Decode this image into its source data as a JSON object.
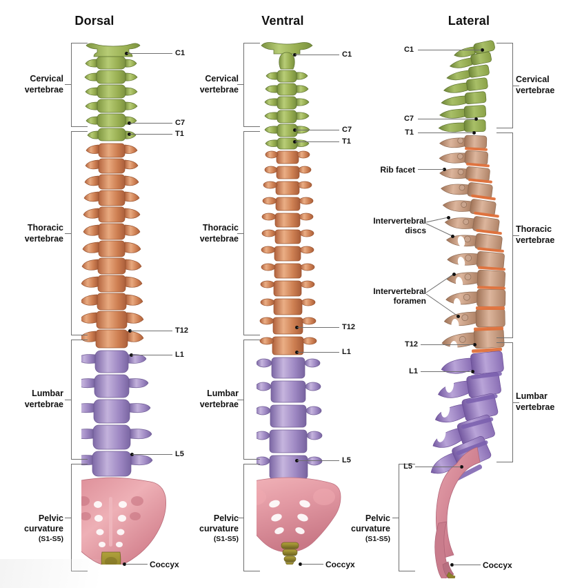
{
  "figure": {
    "title_dorsal": "Dorsal",
    "title_ventral": "Ventral",
    "title_lateral": "Lateral"
  },
  "regions": {
    "cervical": "Cervical\nvertebrae",
    "thoracic": "Thoracic\nvertebrae",
    "lumbar": "Lumbar\nvertebrae",
    "pelvic": "Pelvic\ncurvature",
    "pelvic_sub": "(S1-S5)"
  },
  "vertebra_labels": {
    "c1": "C1",
    "c7": "C7",
    "t1": "T1",
    "t12": "T12",
    "l1": "L1",
    "l5": "L5",
    "coccyx": "Coccyx"
  },
  "lateral_callouts": {
    "rib_facet": "Rib facet",
    "intervertebral_discs": "Intervertebral\ndiscs",
    "intervertebral_foramen": "Intervertebral\nforamen"
  },
  "colors": {
    "cervical": "#93ab4e",
    "cervical_light": "#b3c86f",
    "thoracic": "#c9794f",
    "thoracic_light": "#e0a583",
    "thoracic_lateral": "#c49a81",
    "lumbar": "#9b85c0",
    "lumbar_light": "#bdaad8",
    "sacrum": "#d98a95",
    "sacrum_light": "#eeb3b8",
    "coccyx": "#9a8c30",
    "disc": "#e0703a",
    "line": "#6e6e6e",
    "text": "#111111",
    "background": "#ffffff"
  },
  "panels": [
    {
      "name": "Dorsal",
      "regions": [
        "Cervical vertebrae",
        "Thoracic vertebrae",
        "Lumbar vertebrae",
        "Pelvic curvature (S1-S5)"
      ],
      "labels": [
        "C1",
        "C7",
        "T1",
        "T12",
        "L1",
        "L5",
        "Coccyx"
      ],
      "label_side": "right",
      "bracket_side": "left"
    },
    {
      "name": "Ventral",
      "regions": [
        "Cervical vertebrae",
        "Thoracic vertebrae",
        "Lumbar vertebrae",
        "Pelvic curvature (S1-S5)"
      ],
      "labels": [
        "C1",
        "C7",
        "T1",
        "T12",
        "L1",
        "L5",
        "Coccyx"
      ],
      "label_side": "right",
      "bracket_side": "left"
    },
    {
      "name": "Lateral",
      "regions": [
        "Cervical vertebrae",
        "Thoracic vertebrae",
        "Lumbar vertebrae",
        "Pelvic curvature (S1-S5)"
      ],
      "labels": [
        "C1",
        "C7",
        "T1",
        "T12",
        "L1",
        "L5",
        "Coccyx"
      ],
      "callouts": [
        "Rib facet",
        "Intervertebral discs",
        "Intervertebral foramen"
      ],
      "label_side": "left",
      "bracket_side": "right"
    }
  ]
}
